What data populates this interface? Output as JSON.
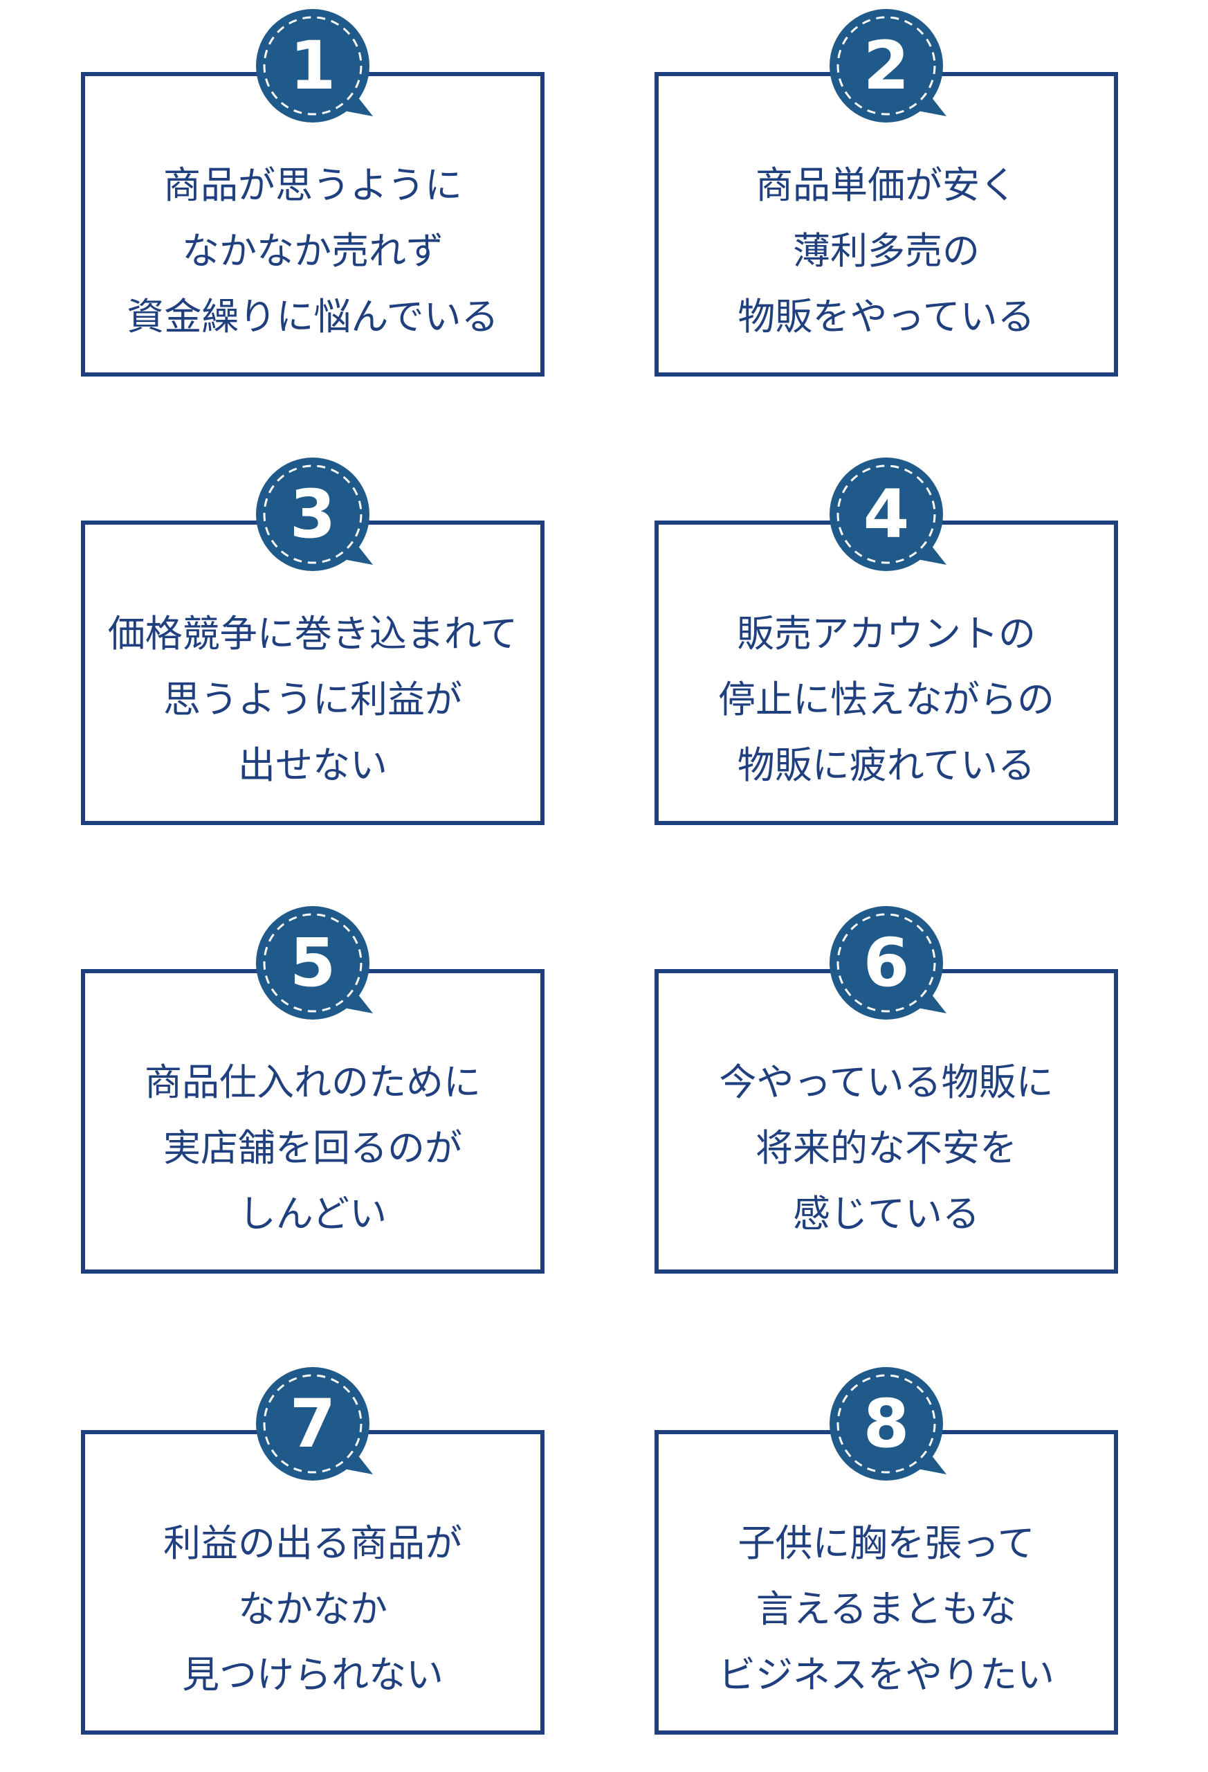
{
  "colors": {
    "border": "#1f3f7e",
    "badge": "#1f5a8a",
    "text": "#1f3f7e"
  },
  "cards": [
    {
      "number": "1",
      "lines": [
        "商品が思うように",
        "なかなか売れず",
        "資金繰りに悩んでいる"
      ]
    },
    {
      "number": "2",
      "lines": [
        "商品単価が安く",
        "薄利多売の",
        "物販をやっている"
      ]
    },
    {
      "number": "3",
      "lines": [
        "価格競争に巻き込まれて",
        "思うように利益が",
        "出せない"
      ]
    },
    {
      "number": "4",
      "lines": [
        "販売アカウントの",
        "停止に怯えながらの",
        "物販に疲れている"
      ]
    },
    {
      "number": "5",
      "lines": [
        "商品仕入れのために",
        "実店舗を回るのが",
        "しんどい"
      ]
    },
    {
      "number": "6",
      "lines": [
        "今やっている物販に",
        "将来的な不安を",
        "感じている"
      ]
    },
    {
      "number": "7",
      "lines": [
        "利益の出る商品が",
        "なかなか",
        "見つけられない"
      ]
    },
    {
      "number": "8",
      "lines": [
        "子供に胸を張って",
        "言えるまともな",
        "ビジネスをやりたい"
      ]
    }
  ]
}
